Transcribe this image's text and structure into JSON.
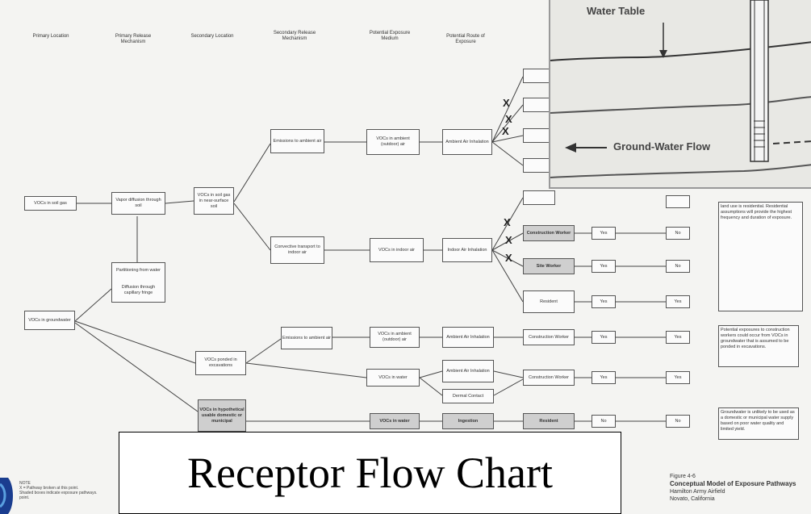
{
  "slide_title": "Receptor Flow Chart",
  "headers": [
    "Primary Location",
    "Primary Release Mechanism",
    "Secondary Location",
    "Secondary Release Mechanism",
    "Potential Exposure Medium",
    "Potential Route of Exposure"
  ],
  "boxes": {
    "soil_gas": "VOCs in soil gas",
    "groundwater": "VOCs in groundwater",
    "vapor_diffusion": "Vapor diffusion through soil",
    "partitioning": "Partitioning from water",
    "diffusion_fringe": "Diffusion through capillary fringe",
    "near_surface": "VOCs in soil gas in near-surface soil",
    "emissions_ambient_1": "Emissions to ambient air",
    "convective": "Convective transport to indoor air",
    "voc_ambient_1": "VOCs in ambient (outdoor) air",
    "voc_indoor": "VOCs in indoor air",
    "ambient_inh_1": "Ambient Air Inhalation",
    "indoor_inh": "Indoor Air Inhalation",
    "ponded": "VOCs ponded in excavations",
    "emissions_ambient_2": "Emissions to ambient air",
    "voc_ambient_2": "VOCs in ambient (outdoor) air",
    "ambient_inh_2": "Ambient Air Inhalation",
    "voc_water": "VOCs in water",
    "ambient_inh_3": "Ambient Air Inhalation",
    "dermal": "Dermal Contact",
    "hypothetical": "VOCs in hypothetical usable domestic or municipal",
    "voc_water_2": "VOCs in water",
    "ingestion": "Ingestion",
    "construction_worker_1": "Construction Worker",
    "site_worker": "Site Worker",
    "resident_1": "Resident",
    "construction_worker_2": "Construction Worker",
    "construction_worker_3": "Construction Worker",
    "resident_2": "Resident"
  },
  "yn_col1": [
    "Yes",
    "Yes",
    "Yes",
    "Yes",
    "Yes",
    "No"
  ],
  "yn_col2": [
    "No",
    "No",
    "Yes",
    "Yes",
    "Yes",
    "No"
  ],
  "comments": {
    "c1": "land use is residential. Residential assumptions will provide the highest frequency and duration of exposure.",
    "c2": "Potential exposures to construction workers could occur from VOCs in groundwater that is assumed to be ponded in excavations.",
    "c3": "Groundwater is unlikely to be used as a domestic or municipal water supply based on poor water quality and limited yield."
  },
  "x_mark": "X",
  "inset": {
    "water_table": "Water Table",
    "ground_water_flow": "Ground-Water Flow"
  },
  "figure": {
    "number": "Figure 4-6",
    "caption": "Conceptual Model of Exposure Pathways",
    "line1": "Hamilton Army Airfield",
    "line2": "Novato, California"
  },
  "notes": {
    "label": "NOTE",
    "n1": "X = Pathway broken at this point.",
    "n2": "Shaded boxes indicate exposure pathways.",
    "n3": "point."
  }
}
